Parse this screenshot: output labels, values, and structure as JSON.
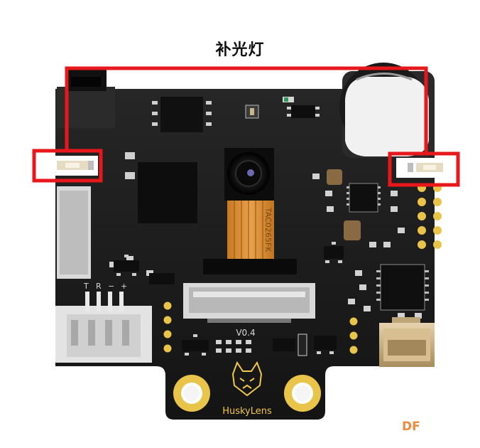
{
  "annotation": {
    "label": "补光灯",
    "highlight_color": "#e8171b"
  },
  "board": {
    "version_label": "V0.4",
    "pin_labels": [
      "T",
      "R",
      "−",
      "+"
    ],
    "logo_text": "HuskyLens",
    "camera_ribbon_text": "TAC0265FK",
    "colors": {
      "pcb": "#1b1b1b",
      "gold": "#e9c44a",
      "silkscreen": "#d8d8d8",
      "ribbon": "#d98a2a"
    }
  },
  "watermark": {
    "text": "DF"
  }
}
